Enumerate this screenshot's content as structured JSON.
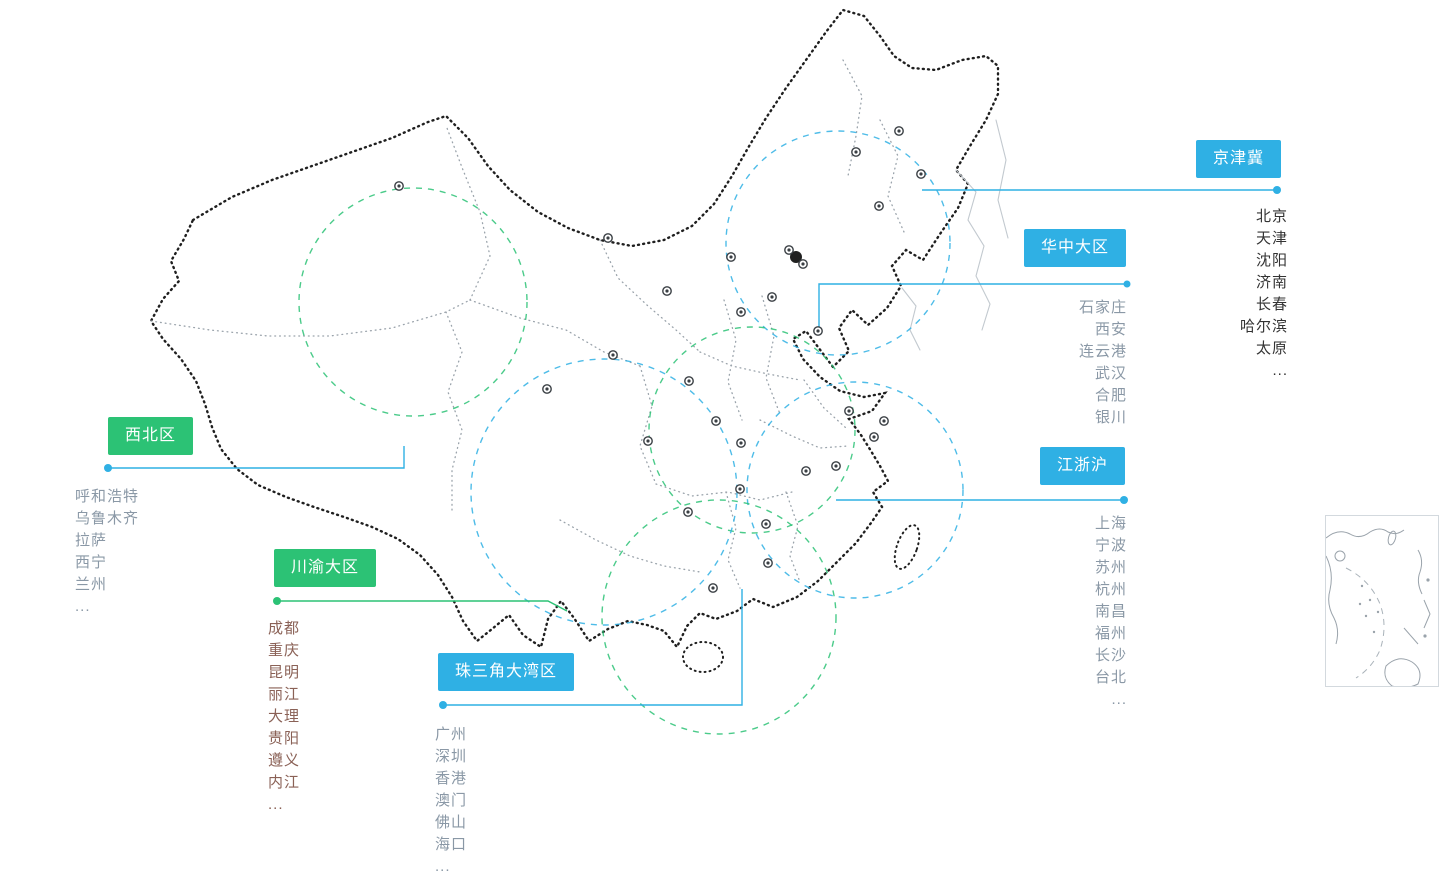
{
  "colors": {
    "blue": "#2fb0e4",
    "green": "#2cc275",
    "ink": "#1f1f1f",
    "province": "#9aa3ab",
    "river": "#c2c9cf",
    "marker": "#3a3f44",
    "gray-list": "#8a98a6",
    "dark-list": "#333333",
    "brown-list": "#8a6156",
    "inset-line": "#9aa3ab"
  },
  "regions": [
    {
      "id": "xibei",
      "label": "西北区",
      "color": "green",
      "cities": [
        "呼和浩特",
        "乌鲁木齐",
        "拉萨",
        "西宁",
        "兰州",
        "..."
      ]
    },
    {
      "id": "chuanyu",
      "label": "川渝大区",
      "color": "green",
      "cities": [
        "成都",
        "重庆",
        "昆明",
        "丽江",
        "大理",
        "贵阳",
        "遵义",
        "内江",
        "..."
      ]
    },
    {
      "id": "zhusanjiao",
      "label": "珠三角大湾区",
      "color": "blue",
      "cities": [
        "广州",
        "深圳",
        "香港",
        "澳门",
        "佛山",
        "海口",
        "..."
      ]
    },
    {
      "id": "jingjinji",
      "label": "京津冀",
      "color": "blue",
      "cities": [
        "北京",
        "天津",
        "沈阳",
        "济南",
        "长春",
        "哈尔滨",
        "太原",
        "..."
      ]
    },
    {
      "id": "huazhong",
      "label": "华中大区",
      "color": "blue",
      "cities": [
        "石家庄",
        "西安",
        "连云港",
        "武汉",
        "合肥",
        "银川"
      ]
    },
    {
      "id": "jiangzhehu",
      "label": "江浙沪",
      "color": "blue",
      "cities": [
        "上海",
        "宁波",
        "苏州",
        "杭州",
        "南昌",
        "福州",
        "长沙",
        "台北",
        "..."
      ]
    }
  ]
}
